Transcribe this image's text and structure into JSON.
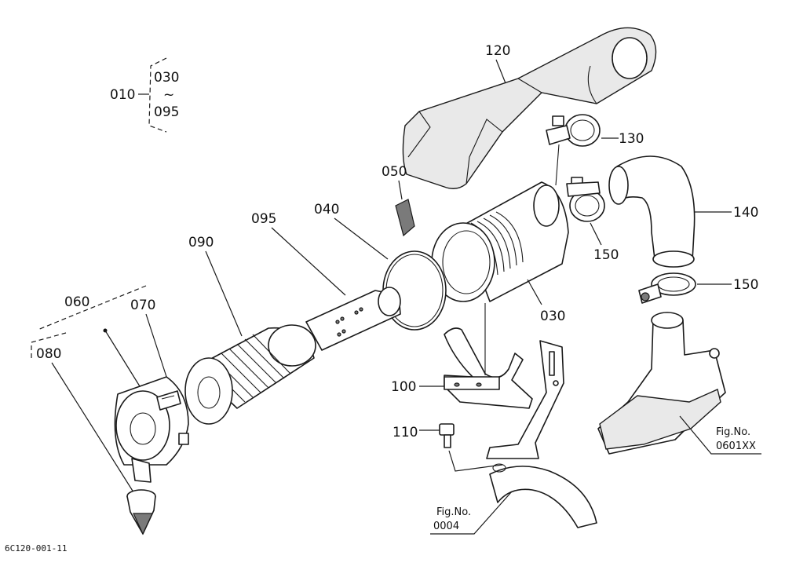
{
  "callouts": {
    "assembly": "010",
    "range_start": "030",
    "range_tilde": "~",
    "range_end": "095",
    "p120": "120",
    "p130": "130",
    "p050": "050",
    "p140": "140",
    "p040": "040",
    "p095": "095",
    "p090": "090",
    "p150_upper": "150",
    "p150_lower": "150",
    "p060": "060",
    "p070": "070",
    "p030": "030",
    "p080": "080",
    "p100": "100",
    "p110": "110"
  },
  "references": {
    "right_line1": "Fig.No.",
    "right_line2": "0601XX",
    "bottom_line1": "Fig.No.",
    "bottom_line2": "0004"
  },
  "drawing_code": "6C120-001-11"
}
